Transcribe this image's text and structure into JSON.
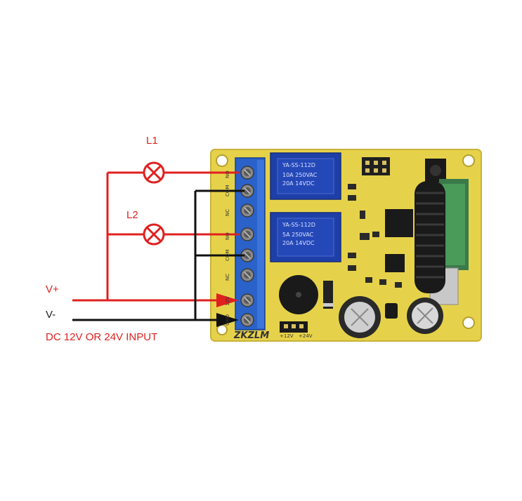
{
  "labels": {
    "l1": "L1",
    "l2": "L2",
    "v_plus": "V+",
    "v_minus": "V-",
    "input_note": "DC 12V OR 24V INPUT"
  },
  "board": {
    "brand": "ZKZLM",
    "relay_top_model": "YA-SS-112D",
    "relay_bottom_model": "YA-SS-112D",
    "relay_rating_1": "10A 250VAC",
    "relay_rating_2": "5A 250VAC",
    "relay_rating_3": "20A 14VDC",
    "jumper_12v": "+12V",
    "jumper_24v": "+24V"
  },
  "terminals": [
    "NO",
    "COM",
    "NC",
    "NO",
    "COM",
    "NC",
    "12V",
    "GND"
  ],
  "colors": {
    "wire_red": "#e02020",
    "wire_black": "#111111",
    "pcb": "#e6d24a",
    "terminal_block": "#2a62c9",
    "relay": "#1f3fa8",
    "antenna": "#1a1a1a"
  },
  "icons": {
    "lamp": "lamp-icon",
    "arrow": "arrow-icon"
  }
}
